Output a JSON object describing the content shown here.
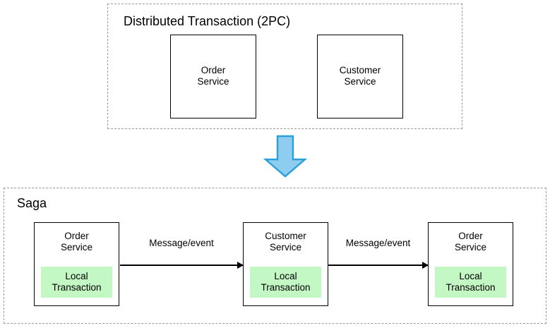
{
  "diagram": {
    "title_top": "Distributed Transaction (2PC)",
    "title_bottom": "Saga",
    "colors": {
      "local_transaction_fill": "#c3f7c3",
      "arrow_fill": "#8ecdf0",
      "arrow_stroke": "#2a9fd8",
      "box_stroke": "#000000",
      "group_stroke": "#9b9b9b"
    },
    "top_group": {
      "label": "Distributed Transaction (2PC)",
      "boxes": [
        {
          "name": "order-service",
          "label": "Order\nService"
        },
        {
          "name": "customer-service",
          "label": "Customer\nService"
        }
      ]
    },
    "transition": {
      "icon": "down-arrow-icon"
    },
    "bottom_group": {
      "label": "Saga",
      "boxes": [
        {
          "name": "order-service-1",
          "label": "Order\nService",
          "local_transaction": "Local\nTransaction"
        },
        {
          "name": "customer-service",
          "label": "Customer\nService",
          "local_transaction": "Local\nTransaction"
        },
        {
          "name": "order-service-2",
          "label": "Order\nService",
          "local_transaction": "Local\nTransaction"
        }
      ],
      "connectors": [
        {
          "name": "message-event-1",
          "label": "Message/event"
        },
        {
          "name": "message-event-2",
          "label": "Message/event"
        }
      ]
    }
  }
}
